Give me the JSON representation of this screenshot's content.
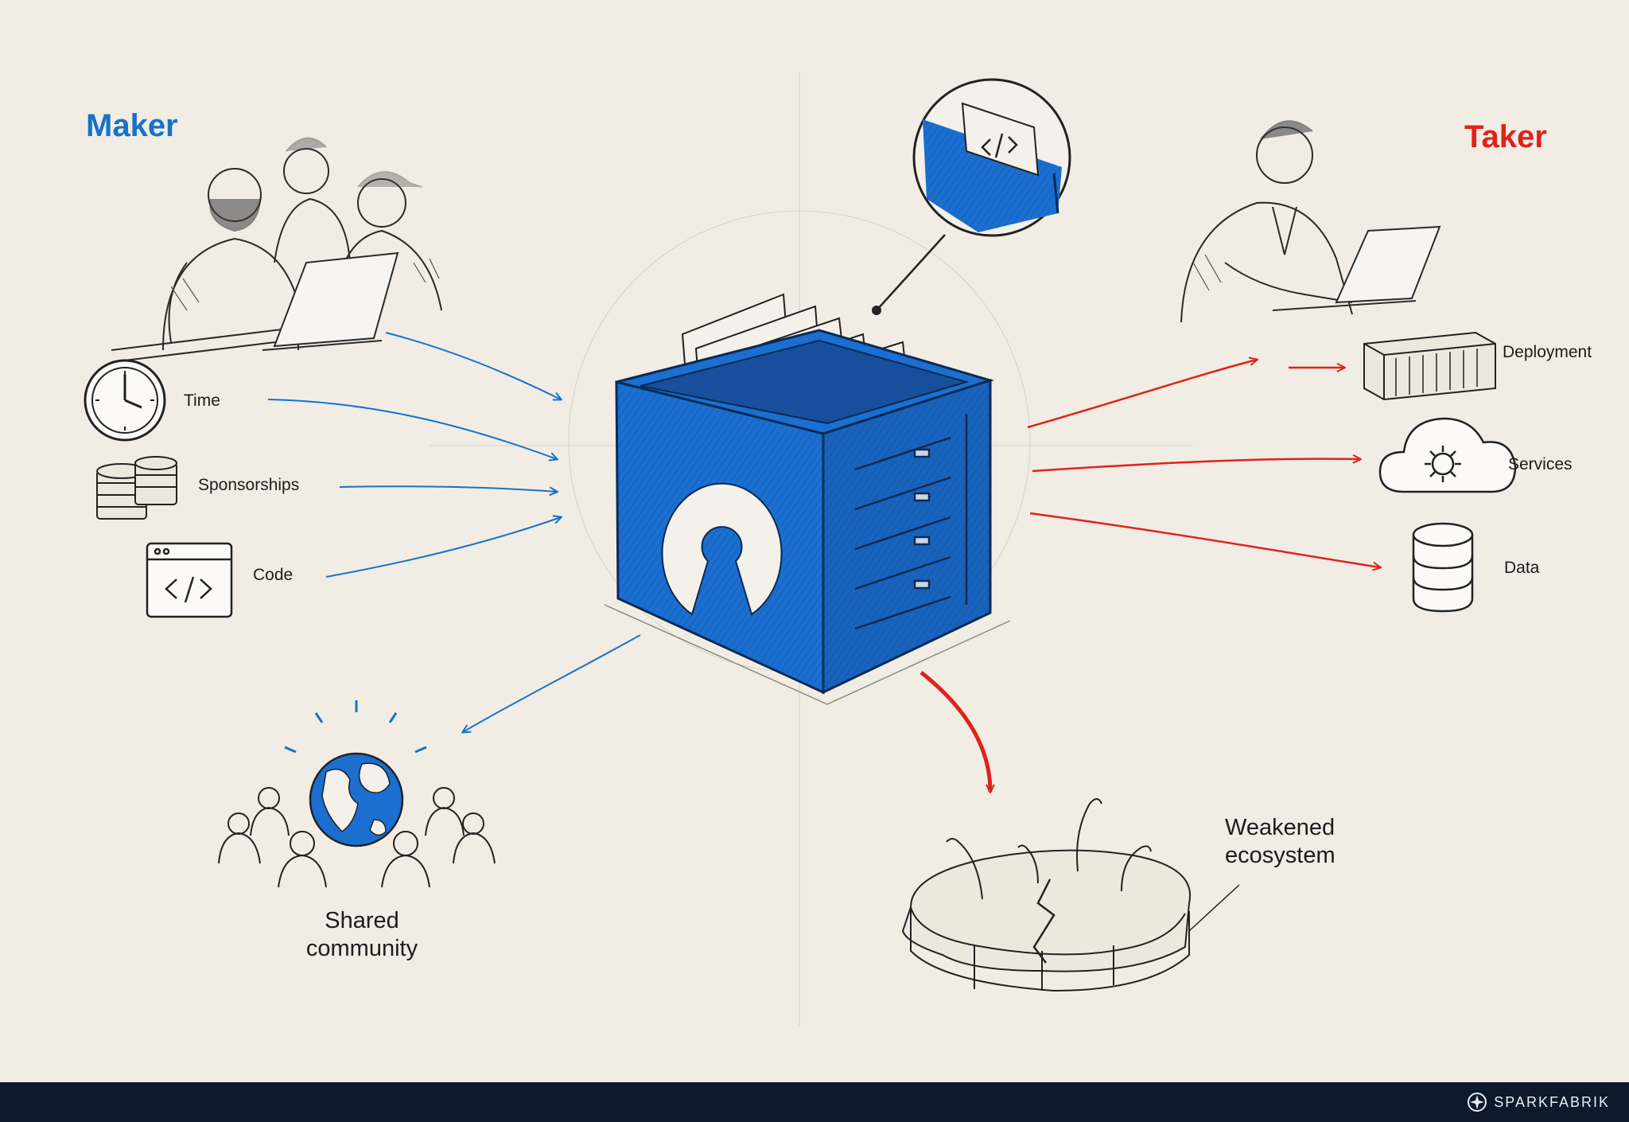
{
  "maker": {
    "title": "Maker",
    "color": "#1673c8",
    "inputs": [
      {
        "label": "Time",
        "icon": "clock-icon"
      },
      {
        "label": "Sponsorships",
        "icon": "coins-icon"
      },
      {
        "label": "Code",
        "icon": "code-window-icon"
      }
    ]
  },
  "taker": {
    "title": "Taker",
    "color": "#e0221b",
    "outputs": [
      {
        "label": "Deployment",
        "icon": "container-icon"
      },
      {
        "label": "Services",
        "icon": "cloud-gear-icon"
      },
      {
        "label": "Data",
        "icon": "database-icon"
      }
    ]
  },
  "center": {
    "icon": "open-source-box-icon",
    "box_color": "#1a6fd0"
  },
  "community": {
    "label": "Shared\ncommunity",
    "icon": "globe-people-icon"
  },
  "ecosystem": {
    "label": "Weakened\necosystem",
    "icon": "cracked-ground-icon"
  },
  "footer": {
    "brand": "SPARKFABRIK"
  }
}
